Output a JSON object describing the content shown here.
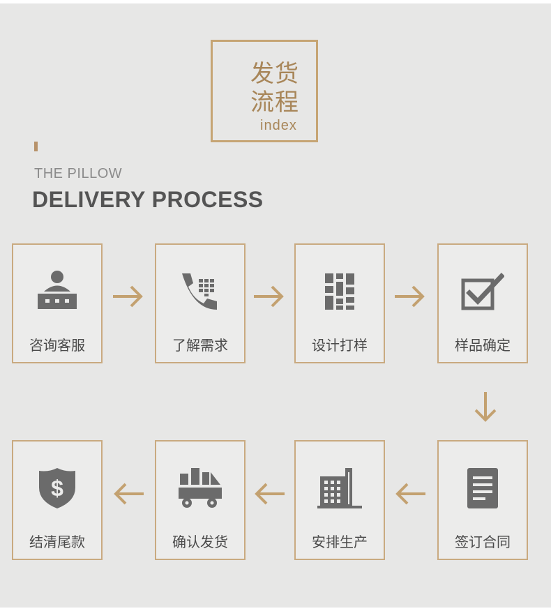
{
  "header": {
    "title_line1": "发货",
    "title_line2": "流程",
    "title_en": "index",
    "subtitle": "THE PILLOW",
    "heading": "DELIVERY PROCESS"
  },
  "colors": {
    "accent": "#c6a574",
    "icon": "#6b6b6b",
    "card_bg": "#ececeb",
    "page_bg": "#e7e7e6"
  },
  "steps": [
    {
      "label": "咨询客服",
      "icon": "customer-service-icon"
    },
    {
      "label": "了解需求",
      "icon": "phone-icon"
    },
    {
      "label": "设计打样",
      "icon": "design-blocks-icon"
    },
    {
      "label": "样品确定",
      "icon": "checkbox-icon"
    },
    {
      "label": "签订合同",
      "icon": "document-icon"
    },
    {
      "label": "安排生产",
      "icon": "factory-building-icon"
    },
    {
      "label": "确认发货",
      "icon": "delivery-truck-icon"
    },
    {
      "label": "结清尾款",
      "icon": "dollar-shield-icon"
    }
  ]
}
